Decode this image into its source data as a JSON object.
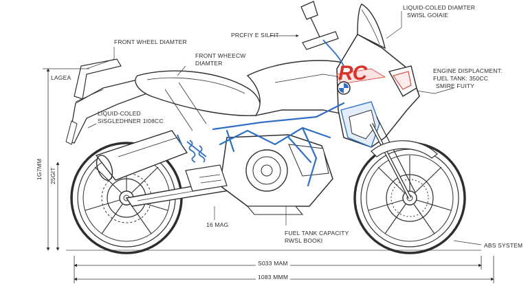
{
  "brand": {
    "logo": "RC",
    "accent_color": "#d8332a",
    "frame_color": "#2f6fc4",
    "line_color": "#2e2e2e"
  },
  "labels": {
    "front_wheel_diameter": "FRONT WHEEL DIAMTER",
    "front_wheel_diameter_2_l1": "FRONT WHEECW",
    "front_wheel_diameter_2_l2": "DIAMTER",
    "profile_tag": "PRCFIY E SILFIT",
    "liquid_cooled_top_l1": "LIQUID-COLED DIAMTER",
    "liquid_cooled_top_l2": "SWISL GOIAIE",
    "left_top_tag": "LAGEA",
    "engine_l1": "ENGINE DISPLACMENT:",
    "engine_l2": "FUEL TANK: 350cc",
    "engine_l3": "SMIRE FUITY",
    "liquid_cooled_left_l1": "LIQUID-COLED",
    "liquid_cooled_left_l2": "SISGLEDHNER 1I08cc",
    "height_mm": "1G7MM",
    "height_small": "25GIT",
    "bottom_tag": "16 MAG",
    "fuel_l1": "FUEL TANK CAPACITY",
    "fuel_l2": "RWSL BOOKI",
    "abs": "ABS SYSTEM",
    "dim_wheelbase": "S033 MAM",
    "dim_length": "1083 MMM"
  }
}
